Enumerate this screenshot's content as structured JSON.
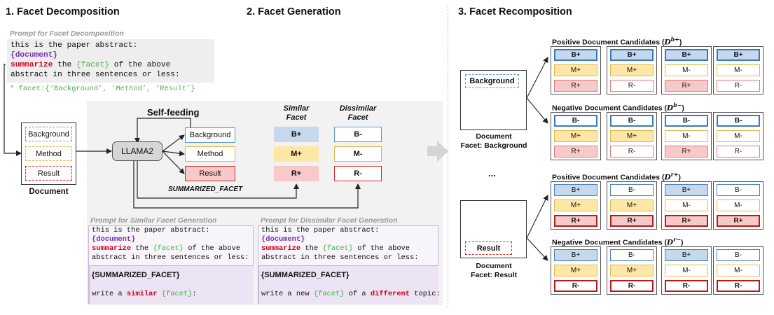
{
  "sections": {
    "decomposition": "1. Facet Decomposition",
    "generation": "2. Facet Generation",
    "recomposition": "3. Facet Recomposition"
  },
  "decomp_prompt": {
    "title": "Prompt for Facet Decomposition",
    "line1": "this is the paper abstract:",
    "doc_token": "{document}",
    "summarize": "summarize",
    "the": " the ",
    "facet_token": "{facet}",
    "rest1": " of the above",
    "line4": "abstract in three sentences or less:",
    "facet_list": "* facet:{‘Background’, ‘Method’, ‘Result’}"
  },
  "document": {
    "facets": [
      "Background",
      "Method",
      "Result"
    ],
    "label": "Document"
  },
  "generation": {
    "llm": "LLAMA2",
    "self_feeding": "Self-feeding",
    "outputs": [
      "Background",
      "Method",
      "Result"
    ],
    "summarized_label": "SUMMARIZED_FACET",
    "similar_header": [
      "Similar",
      "Facet"
    ],
    "dissimilar_header": [
      "Dissimilar",
      "Facet"
    ],
    "similar": [
      "B+",
      "M+",
      "R+"
    ],
    "dissimilar": [
      "B-",
      "M-",
      "R-"
    ]
  },
  "similar_prompt": {
    "title": "Prompt for Similar Facet Generation",
    "line1": "this is the paper abstract:",
    "doc_token": "{document}",
    "summarize": "summarize",
    "the": " the ",
    "facet_token": "{facet}",
    "rest1": " of the above",
    "line4": "abstract in three sentences or less:",
    "summarized": "{SUMMARIZED_FACET}",
    "final_pre": "write a ",
    "final_key": "similar",
    "final_sp": " ",
    "final_facet": "{facet}",
    "final_post": ":"
  },
  "dissimilar_prompt": {
    "title": "Prompt for Dissimilar Facet Generation",
    "line1": "this is the paper abstract:",
    "doc_token": "{document}",
    "summarize": "summarize",
    "the": " the ",
    "facet_token": "{facet}",
    "rest1": " of the above",
    "line4": "abstract in three sentences or less:",
    "summarized": "{SUMMARIZED_FACET}",
    "final_pre": "write a new ",
    "final_facet": "{facet}",
    "final_mid": " of a ",
    "final_key": "different",
    "final_post": " topic:"
  },
  "recomposition": {
    "doc_bg": {
      "facet": "Background",
      "label1": "Document",
      "label2": "Facet: Background"
    },
    "doc_res": {
      "facet": "Result",
      "label1": "Document",
      "label2": "Facet: Result"
    },
    "ellipsis": "...",
    "groups": [
      {
        "title_text": "Positive Document Candidates (",
        "math_base": "D",
        "math_sup": "b+",
        "title_close": ")",
        "candidates": [
          [
            "B+",
            "M+",
            "R+"
          ],
          [
            "B+",
            "M+",
            "R-"
          ],
          [
            "B+",
            "M-",
            "R+"
          ],
          [
            "B+",
            "M-",
            "R-"
          ]
        ]
      },
      {
        "title_text": "Negative Document Candidates (",
        "math_base": "D",
        "math_sup": "b−",
        "title_close": ")",
        "candidates": [
          [
            "B-",
            "M+",
            "R+"
          ],
          [
            "B-",
            "M+",
            "R-"
          ],
          [
            "B-",
            "M-",
            "R+"
          ],
          [
            "B-",
            "M-",
            "R-"
          ]
        ]
      },
      {
        "title_text": "Positive Document Candidates (",
        "math_base": "D",
        "math_sup": "r+",
        "title_close": ")",
        "candidates": [
          [
            "B+",
            "M+",
            "R+"
          ],
          [
            "B-",
            "M+",
            "R+"
          ],
          [
            "B+",
            "M-",
            "R+"
          ],
          [
            "B-",
            "M-",
            "R+"
          ]
        ]
      },
      {
        "title_text": "Negative Document Candidates (",
        "math_base": "D",
        "math_sup": "r−",
        "title_close": ")",
        "candidates": [
          [
            "B+",
            "M+",
            "R-"
          ],
          [
            "B-",
            "M+",
            "R-"
          ],
          [
            "B+",
            "M-",
            "R-"
          ],
          [
            "B-",
            "M-",
            "R-"
          ]
        ]
      }
    ]
  }
}
